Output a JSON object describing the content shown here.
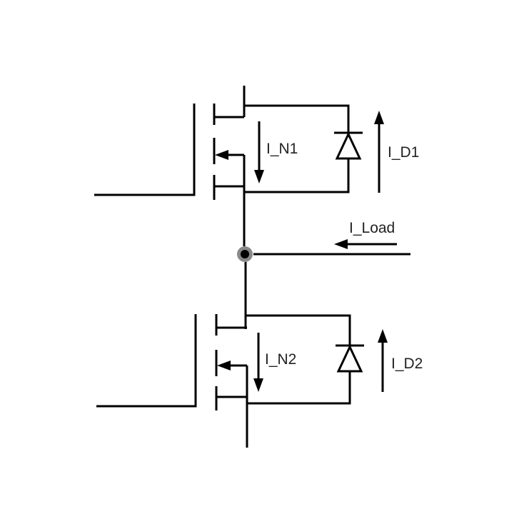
{
  "labels": {
    "i_n1": "I_N1",
    "i_d1": "I_D1",
    "i_load": "I_Load",
    "i_n2": "I_N2",
    "i_d2": "I_D2"
  },
  "colors": {
    "wire": "#000000",
    "node_outer": "#888888",
    "node_inner": "#000000",
    "text": "#222222"
  }
}
